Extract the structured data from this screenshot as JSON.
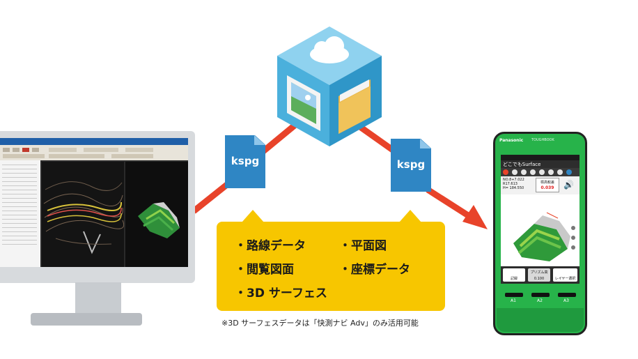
{
  "file_label_left": "kspg",
  "file_label_right": "kspg",
  "info_items": [
    "・路線データ",
    "・平面図",
    "・閲覧図面",
    "・座標データ",
    "・3D サーフェス"
  ],
  "footnote": "※3D サーフェスデータは「快測ナビ Adv」のみ活用可能",
  "phone": {
    "brand": "Panasonic",
    "model": "TOUGHBOOK",
    "app_title": "どこでもSurface",
    "station_no": "NO.8+7.022",
    "station_r": "R17.613",
    "station_h": "H= 184.550",
    "delta_label": "標高較差",
    "delta_value": "0.039",
    "btn_record": "記録",
    "btn_prism": "プリズム高",
    "btn_prism_value": "0.100",
    "btn_layer": "レイヤー選択",
    "key_a1": "A1",
    "key_a2": "A2",
    "key_a3": "A3"
  },
  "colors": {
    "connector": "#e8432a",
    "file": "#2f86c4",
    "info_box": "#f7c600",
    "phone_body": "#27b34a",
    "cube": "#5bb8de"
  },
  "icons": [
    "cloud-icon",
    "photo-icon",
    "folder-icon",
    "speaker-icon"
  ]
}
